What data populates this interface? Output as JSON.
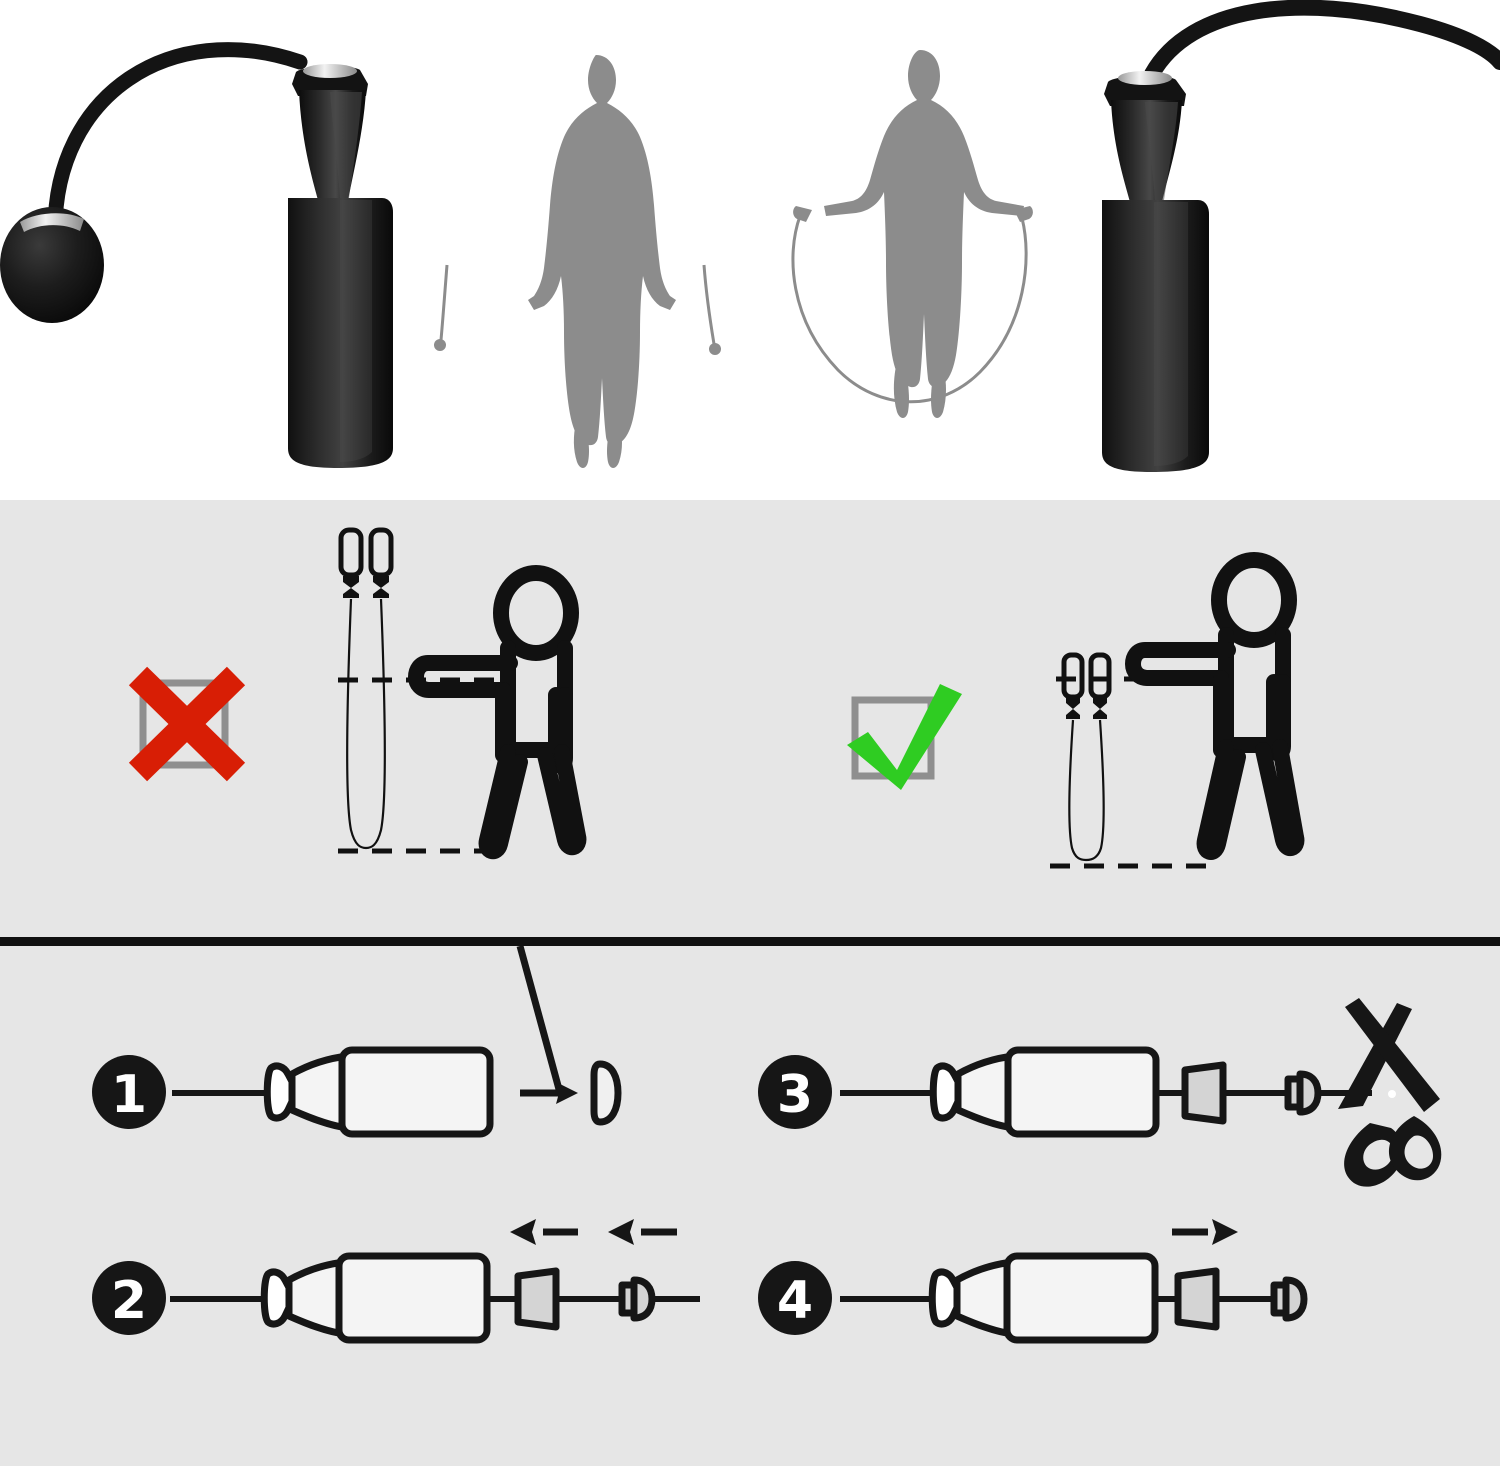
{
  "document": {
    "type": "product-instruction-infographic",
    "product": "adjustable weighted jump rope",
    "background_color": "#ffffff",
    "panel_background_color": "#e6e6e6",
    "divider_color": "#111111"
  },
  "panels": [
    {
      "id": "product-photo",
      "name": "product-and-usage-photo-panel",
      "background": "#ffffff",
      "items": [
        {
          "name": "jump-rope-handle-left",
          "label": "Weighted jump rope handle with cable and ball end"
        },
        {
          "name": "silhouette-woman-rope-down",
          "label": "Woman silhouette holding rope at sides",
          "color": "#8c8c8c"
        },
        {
          "name": "silhouette-woman-rope-swinging",
          "label": "Woman silhouette swinging rope under feet",
          "color": "#8c8c8c"
        },
        {
          "name": "jump-rope-handle-right",
          "label": "Weighted jump rope handle with cable"
        }
      ]
    },
    {
      "id": "sizing-guide",
      "name": "rope-length-sizing-panel",
      "background": "#e6e6e6",
      "comparisons": [
        {
          "name": "incorrect-length",
          "mark": "red-x",
          "mark_color": "#d81e05",
          "box_color": "#8f8f8f",
          "caption": "",
          "description": "Rope too long — handles reach above shoulder height",
          "reference_line_top": "chest/arm level",
          "reference_line_bottom": "floor level"
        },
        {
          "name": "correct-length",
          "mark": "green-check",
          "mark_color": "#2fcc22",
          "box_color": "#8f8f8f",
          "caption": "",
          "description": "Rope correct length — handle tops align with outstretched arm",
          "reference_line_top": "arm level",
          "reference_line_bottom": "floor level"
        }
      ]
    },
    {
      "id": "adjustment-steps",
      "name": "cable-adjustment-steps-panel",
      "background": "#e6e6e6",
      "steps": [
        {
          "number": "1",
          "name": "step-remove-end-cap",
          "icons": [
            "handle-with-cable",
            "arrow-right-icon",
            "removed-end-cap"
          ],
          "description": "Pull the end cap off the cable"
        },
        {
          "number": "2",
          "name": "step-slide-stoppers-back",
          "icons": [
            "handle-with-cable",
            "cable-stopper-large",
            "cable-stopper-small",
            "arrow-left-icon",
            "arrow-left-icon"
          ],
          "description": "Slide the stoppers back toward the handle"
        },
        {
          "number": "3",
          "name": "step-cut-excess-cable",
          "icons": [
            "handle-with-cable",
            "cable-stopper-large",
            "cable-stopper-small",
            "scissors-icon"
          ],
          "description": "Cut the excess cable with scissors"
        },
        {
          "number": "4",
          "name": "step-slide-stoppers-forward",
          "icons": [
            "handle-with-cable",
            "cable-stopper-large",
            "cable-stopper-small",
            "arrow-right-icon"
          ],
          "description": "Slide the stoppers back into place"
        }
      ]
    }
  ],
  "colors": {
    "black": "#111111",
    "grey_bg": "#e6e6e6",
    "silhouette_grey": "#8c8c8c",
    "red_x": "#d81e05",
    "green_check": "#2fcc22",
    "box_outline": "#8f8f8f",
    "stopper_fill": "#d4d4d4"
  }
}
